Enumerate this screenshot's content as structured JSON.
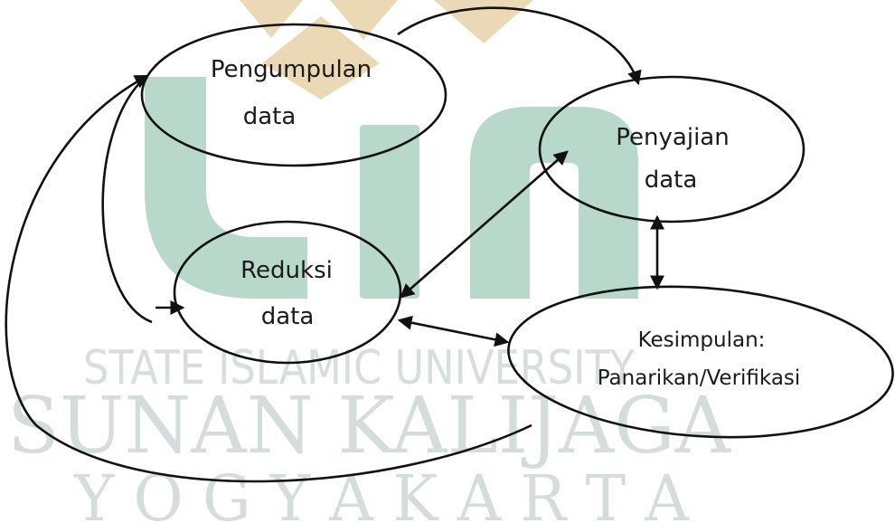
{
  "watermark": {
    "line1": "STATE ISLAMIC UNIVERSITY",
    "line2": "SUNAN KALIJAGA",
    "line3": "Y O G Y A K A R T A",
    "colors": {
      "logo_green": "#b9d8cc",
      "logo_gold": "#ead9b4",
      "text_gray": "#d5dcdc"
    }
  },
  "nodes": {
    "pengumpulan": {
      "line1": "Pengumpulan",
      "line2": "data"
    },
    "penyajian": {
      "line1": "Penyajian",
      "line2": "data"
    },
    "reduksi": {
      "line1": "Reduksi",
      "line2": "data"
    },
    "kesimpulan": {
      "line1": "Kesimpulan:",
      "line2": "Panarikan/Verifikasi"
    }
  }
}
